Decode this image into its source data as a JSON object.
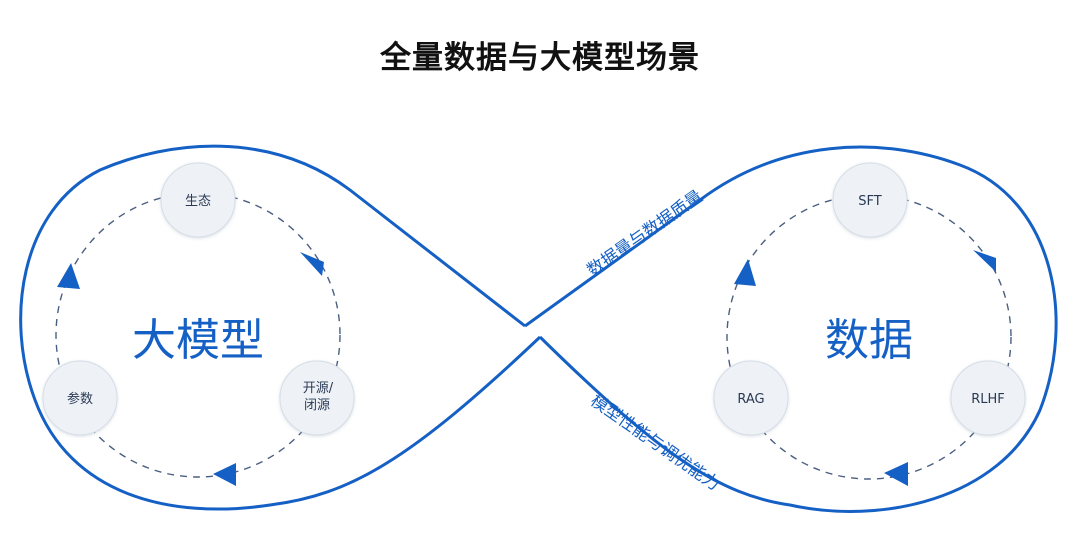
{
  "title": "全量数据与大模型场景",
  "colors": {
    "accent": "#1560c4",
    "node_fill": "#eef2f6",
    "node_stroke": "#d5dde6",
    "node_text": "#2a3a55"
  },
  "left_loop": {
    "center_label": "大模型",
    "nodes": [
      "生态",
      "开源/\n闭源",
      "参数"
    ]
  },
  "right_loop": {
    "center_label": "数据",
    "nodes": [
      "SFT",
      "RLHF",
      "RAG"
    ]
  },
  "connectors": {
    "upper": "数据量与数据质量",
    "lower": "模型性能与调优能力"
  }
}
